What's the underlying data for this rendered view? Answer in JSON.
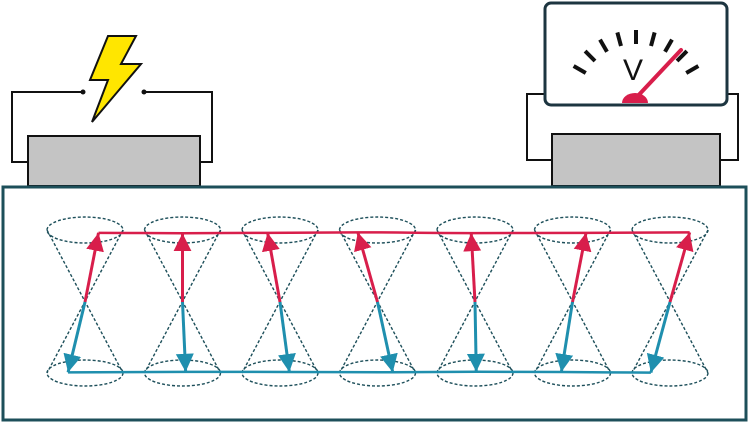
{
  "meter": {
    "label": "V",
    "needle_color": "#d81e4b",
    "icon": "voltmeter-icon"
  },
  "source": {
    "icon": "lightning-bolt-icon",
    "bolt_color": "#ffe600"
  },
  "colors": {
    "wave_top": "#d81e4b",
    "wave_bottom": "#1f8fae",
    "cone_outline": "#1d4f5a",
    "slab_border": "#1d4f5a",
    "contact_fill": "#c4c4c4"
  },
  "cones": [
    {
      "top_tip_angle_deg": 22,
      "bottom_tip_angle_deg": 28
    },
    {
      "top_tip_angle_deg": 0,
      "bottom_tip_angle_deg": -5
    },
    {
      "top_tip_angle_deg": -20,
      "bottom_tip_angle_deg": -15
    },
    {
      "top_tip_angle_deg": -33,
      "bottom_tip_angle_deg": -25
    },
    {
      "top_tip_angle_deg": -6,
      "bottom_tip_angle_deg": -2
    },
    {
      "top_tip_angle_deg": 22,
      "bottom_tip_angle_deg": 18
    },
    {
      "top_tip_angle_deg": 33,
      "bottom_tip_angle_deg": 32
    }
  ]
}
